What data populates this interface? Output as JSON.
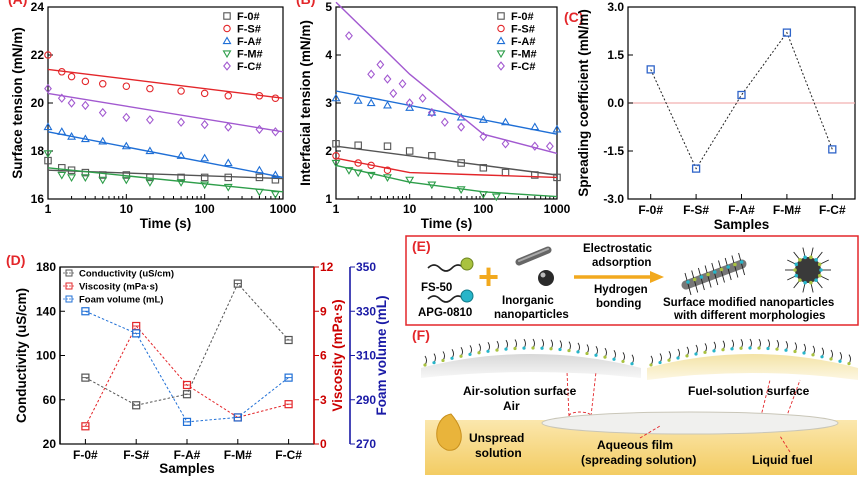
{
  "colors": {
    "black": "#000000",
    "red": "#e3262a",
    "blue": "#1f6fd6",
    "green": "#2e9e4a",
    "purple": "#a259d0",
    "gray": "#555555",
    "maroon": "#cc0000",
    "navy": "#1a1aa6",
    "panelC": "#2f64c9",
    "zero_line": "#f2b0b0",
    "gold": "#f6c43a",
    "cream": "#fbf0d2"
  },
  "chart_data": [
    {
      "panel": "(A)",
      "type": "scatter",
      "xlabel": "Time (s)",
      "ylabel": "Surface tension (mN/m)",
      "xscale": "log",
      "xlim": [
        1,
        1000
      ],
      "ylim": [
        16,
        24
      ],
      "x_ticks": [
        1,
        10,
        100,
        1000
      ],
      "x_tick_labels": [
        "1",
        "10",
        "100",
        "1000"
      ],
      "y_ticks": [
        16,
        18,
        20,
        22,
        24
      ],
      "y_tick_labels": [
        "16",
        "18",
        "20",
        "22",
        "24"
      ],
      "legend_position": "top-right",
      "series": [
        {
          "name": "F-0#",
          "marker": "square",
          "color": "#555555",
          "x": [
            1,
            1.5,
            2,
            3,
            5,
            10,
            20,
            50,
            100,
            200,
            500,
            800
          ],
          "y": [
            17.6,
            17.3,
            17.2,
            17.1,
            17.0,
            17.0,
            16.9,
            16.9,
            16.9,
            16.9,
            16.9,
            16.8
          ],
          "fit": [
            [
              1,
              17.2
            ],
            [
              1000,
              16.85
            ]
          ]
        },
        {
          "name": "F-S#",
          "marker": "circle",
          "color": "#e3262a",
          "x": [
            1,
            1.5,
            2,
            3,
            5,
            10,
            20,
            50,
            100,
            200,
            500,
            800
          ],
          "y": [
            22.0,
            21.3,
            21.1,
            20.9,
            20.8,
            20.7,
            20.6,
            20.5,
            20.4,
            20.3,
            20.3,
            20.2
          ],
          "fit": [
            [
              1,
              21.4
            ],
            [
              1000,
              20.2
            ]
          ]
        },
        {
          "name": "F-A#",
          "marker": "triangle-up",
          "color": "#1f6fd6",
          "x": [
            1,
            1.5,
            2,
            3,
            5,
            10,
            20,
            50,
            100,
            200,
            500,
            800
          ],
          "y": [
            19.0,
            18.8,
            18.6,
            18.5,
            18.4,
            18.2,
            18.0,
            17.8,
            17.7,
            17.5,
            17.2,
            17.0
          ],
          "fit": [
            [
              1,
              18.8
            ],
            [
              1000,
              16.9
            ]
          ]
        },
        {
          "name": "F-M#",
          "marker": "triangle-down",
          "color": "#2e9e4a",
          "x": [
            1,
            1.5,
            2,
            3,
            5,
            10,
            20,
            50,
            100,
            200,
            500,
            800
          ],
          "y": [
            17.9,
            17.0,
            16.9,
            16.9,
            16.8,
            16.8,
            16.7,
            16.7,
            16.6,
            16.5,
            16.3,
            16.2
          ],
          "fit": [
            [
              1,
              17.3
            ],
            [
              1000,
              16.3
            ]
          ]
        },
        {
          "name": "F-C#",
          "marker": "diamond",
          "color": "#a259d0",
          "x": [
            1,
            1.5,
            2,
            3,
            5,
            10,
            20,
            50,
            100,
            200,
            500,
            800
          ],
          "y": [
            20.6,
            20.2,
            20.0,
            19.9,
            19.6,
            19.4,
            19.3,
            19.2,
            19.1,
            19.0,
            18.9,
            18.8
          ],
          "fit": [
            [
              1,
              20.4
            ],
            [
              1000,
              18.8
            ]
          ]
        }
      ]
    },
    {
      "panel": "(B)",
      "type": "scatter",
      "xlabel": "Time (s)",
      "ylabel": "Interfacial tension (mN/m)",
      "xscale": "log",
      "xlim": [
        1,
        1000
      ],
      "ylim": [
        1,
        5
      ],
      "x_ticks": [
        1,
        10,
        100,
        1000
      ],
      "x_tick_labels": [
        "1",
        "10",
        "100",
        "1000"
      ],
      "y_ticks": [
        1,
        2,
        3,
        4,
        5
      ],
      "y_tick_labels": [
        "1",
        "2",
        "3",
        "4",
        "5"
      ],
      "legend_position": "top-right",
      "series": [
        {
          "name": "F-0#",
          "marker": "square",
          "color": "#555555",
          "x": [
            1,
            2,
            5,
            10,
            20,
            50,
            100,
            200,
            500,
            1000
          ],
          "y": [
            2.15,
            2.12,
            2.1,
            2.0,
            1.9,
            1.75,
            1.65,
            1.55,
            1.5,
            1.45
          ],
          "fit": [
            [
              1,
              2.1
            ],
            [
              1000,
              1.5
            ]
          ]
        },
        {
          "name": "F-S#",
          "marker": "circle",
          "color": "#e3262a",
          "x": [
            1,
            2,
            3,
            5
          ],
          "y": [
            1.9,
            1.75,
            1.7,
            1.6
          ],
          "fit": [
            [
              1,
              1.85
            ],
            [
              10,
              1.55
            ],
            [
              100,
              1.5
            ],
            [
              1000,
              1.45
            ]
          ]
        },
        {
          "name": "F-A#",
          "marker": "triangle-up",
          "color": "#1f6fd6",
          "x": [
            1,
            2,
            3,
            5,
            10,
            20,
            50,
            100,
            200,
            500,
            1000
          ],
          "y": [
            3.1,
            3.05,
            3.0,
            2.95,
            2.9,
            2.8,
            2.7,
            2.65,
            2.6,
            2.5,
            2.45
          ],
          "fit": [
            [
              1,
              3.25
            ],
            [
              1000,
              2.35
            ]
          ]
        },
        {
          "name": "F-M#",
          "marker": "triangle-down",
          "color": "#2e9e4a",
          "x": [
            1,
            1.5,
            2,
            3,
            5,
            10,
            20,
            50,
            100,
            150
          ],
          "y": [
            1.75,
            1.6,
            1.55,
            1.5,
            1.45,
            1.4,
            1.3,
            1.2,
            1.1,
            1.05
          ],
          "fit": [
            [
              1,
              1.7
            ],
            [
              10,
              1.35
            ],
            [
              100,
              1.15
            ],
            [
              1000,
              1.05
            ]
          ]
        },
        {
          "name": "F-C#",
          "marker": "diamond",
          "color": "#a259d0",
          "x": [
            1.5,
            3,
            4,
            5,
            6,
            8,
            10,
            15,
            20,
            30,
            50,
            100,
            200,
            500,
            800
          ],
          "y": [
            4.4,
            3.6,
            3.8,
            3.5,
            3.2,
            3.4,
            3.0,
            3.1,
            2.8,
            2.6,
            2.5,
            2.3,
            2.15,
            2.1,
            2.1
          ],
          "fit": [
            [
              1,
              5.1
            ],
            [
              10,
              3.6
            ],
            [
              100,
              2.35
            ],
            [
              1000,
              1.95
            ]
          ]
        }
      ]
    },
    {
      "panel": "(C)",
      "type": "line",
      "xlabel": "Samples",
      "ylabel": "Spreading coefficient (mN/m)",
      "categories": [
        "F-0#",
        "F-S#",
        "F-A#",
        "F-M#",
        "F-C#"
      ],
      "values": [
        1.05,
        -2.05,
        0.25,
        2.2,
        -1.45
      ],
      "ylim": [
        -3.0,
        3.0
      ],
      "y_ticks": [
        -3.0,
        -1.5,
        0.0,
        1.5,
        3.0
      ],
      "y_tick_labels": [
        "-3.0",
        "-1.5",
        "0.0",
        "1.5",
        "3.0"
      ],
      "reference_line": 0
    },
    {
      "panel": "(D)",
      "type": "line",
      "xlabel": "Samples",
      "categories": [
        "F-0#",
        "F-S#",
        "F-A#",
        "F-M#",
        "F-C#"
      ],
      "legend_position": "top-left",
      "axes": {
        "left": {
          "label": "Conductivity (uS/cm)",
          "ylim": [
            20,
            180
          ],
          "ticks": [
            20,
            60,
            100,
            140,
            180
          ],
          "tick_labels": [
            "20",
            "60",
            "100",
            "140",
            "180"
          ]
        },
        "right1": {
          "label": "Viscosity (mPa·s)",
          "ylim": [
            0,
            12
          ],
          "ticks": [
            0,
            3,
            6,
            9,
            12
          ],
          "tick_labels": [
            "0",
            "3",
            "6",
            "9",
            "12"
          ]
        },
        "right2": {
          "label": "Foam volume (mL)",
          "ylim": [
            270,
            350
          ],
          "ticks": [
            270,
            290,
            310,
            330,
            350
          ],
          "tick_labels": [
            "270",
            "290",
            "310",
            "330",
            "350"
          ]
        }
      },
      "series": [
        {
          "name": "Conductivity (uS/cm)",
          "axis": "left",
          "color": "#555555",
          "values": [
            80,
            55,
            65,
            165,
            114
          ]
        },
        {
          "name": "Viscosity (mPa·s)",
          "axis": "right1",
          "color": "#e3262a",
          "values": [
            1.2,
            8.0,
            4.0,
            1.8,
            2.7
          ]
        },
        {
          "name": "Foam volume (mL)",
          "axis": "right2",
          "color": "#1f6fd6",
          "values": [
            330,
            320,
            280,
            282,
            300
          ]
        }
      ]
    }
  ],
  "panelE": {
    "label": "(E)",
    "fs50": "FS-50",
    "apg": "APG-0810",
    "plus": "+",
    "inorganic_line1": "Inorganic",
    "inorganic_line2": "nanoparticles",
    "arrow_top_line1": "Electrostatic",
    "arrow_top_line2": "adsorption",
    "arrow_bottom_line1": "Hydrogen",
    "arrow_bottom_line2": "bonding",
    "result_line1": "Surface modified nanoparticles",
    "result_line2": "with different morphologies"
  },
  "panelF": {
    "label": "(F)",
    "air_solution": "Air-solution surface",
    "fuel_solution": "Fuel-solution surface",
    "air": "Air",
    "unspread_line1": "Unspread",
    "unspread_line2": "solution",
    "film_line1": "Aqueous film",
    "film_line2": "(spreading solution)",
    "liquid_fuel": "Liquid fuel"
  }
}
